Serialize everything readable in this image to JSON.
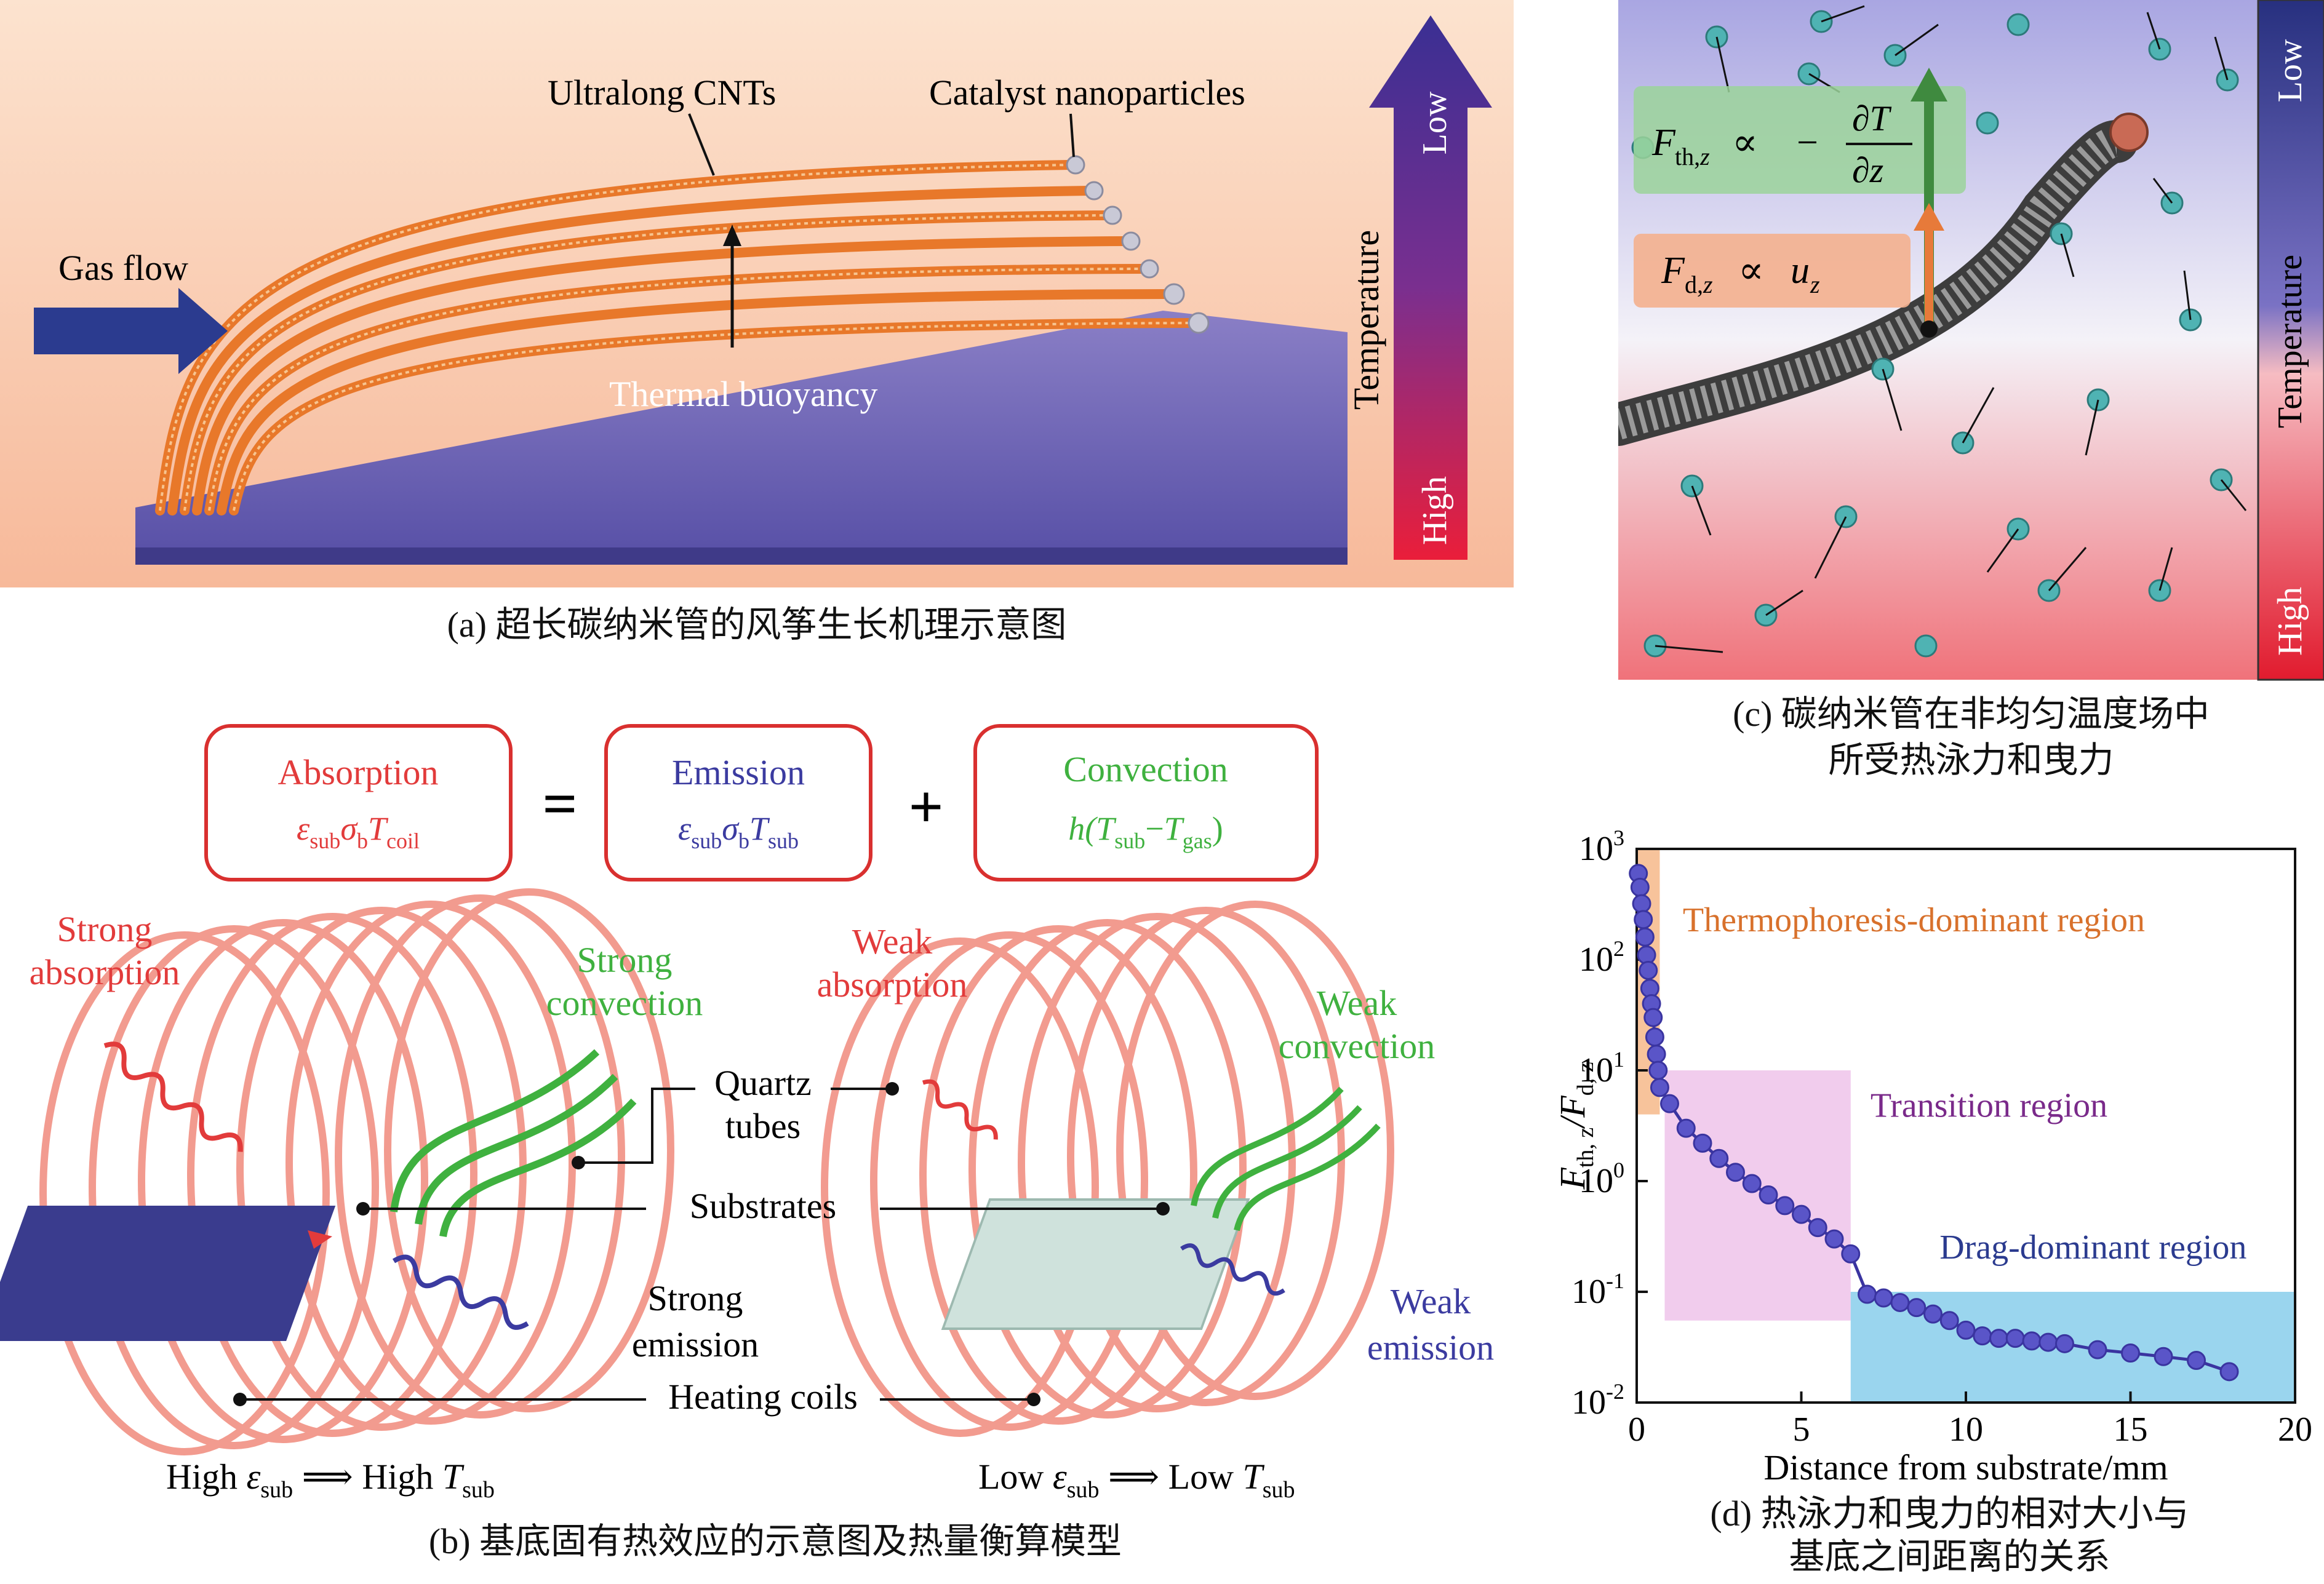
{
  "panel_a": {
    "caption": "(a) 超长碳纳米管的风筝生长机理示意图",
    "gas_flow": "Gas flow",
    "cnts": "Ultralong CNTs",
    "catalyst": "Catalyst nanoparticles",
    "buoyancy": "Thermal buoyancy",
    "temp_label": "Temperature",
    "low": "Low",
    "high": "High"
  },
  "panel_b": {
    "caption": "(b) 基底固有热效应的示意图及热量衡算模型",
    "absorption_title": "Absorption",
    "emission_title": "Emission",
    "convection_title": "Convection",
    "equals": "=",
    "plus": "+",
    "strong_absorption_1": "Strong",
    "strong_absorption_2": "absorption",
    "strong_convection_1": "Strong",
    "strong_convection_2": "convection",
    "weak_absorption_1": "Weak",
    "weak_absorption_2": "absorption",
    "weak_convection_1": "Weak",
    "weak_convection_2": "convection",
    "quartz_1": "Quartz",
    "quartz_2": "tubes",
    "substrates": "Substrates",
    "strong_emission_1": "Strong",
    "strong_emission_2": "emission",
    "weak_emission_1": "Weak",
    "weak_emission_2": "emission",
    "heating_coils": "Heating coils",
    "high_label": "High",
    "low_label": "Low",
    "arrow_symbol": "⟹"
  },
  "panel_c": {
    "caption_line1": "(c) 碳纳米管在非均匀温度场中",
    "caption_line2": "所受热泳力和曳力",
    "temp_label": "Temperature",
    "low": "Low",
    "high": "High",
    "propto": "∝",
    "minus": "−"
  },
  "panel_d": {
    "caption_line1": "(d) 热泳力和曳力的相对大小与",
    "caption_line2": "基底之间距离的关系",
    "xlabel": "Distance from substrate/mm",
    "region_thermo": "Thermophoresis-dominant region",
    "region_transition": "Transition region",
    "region_drag": "Drag-dominant region"
  },
  "colors": {
    "absorption": "#e23b3b",
    "emission": "#3b3ba0",
    "convection": "#3fb13f",
    "curve": "#3a34a0",
    "thermo_region": "#f6b98a",
    "transition_region": "#efc3ea",
    "drag_region": "#8fd0ec",
    "box_border": "#d9302f"
  },
  "chart_data": {
    "type": "scatter",
    "x": [
      0.05,
      0.1,
      0.15,
      0.2,
      0.25,
      0.3,
      0.35,
      0.4,
      0.45,
      0.5,
      0.55,
      0.6,
      0.65,
      0.7,
      1.0,
      1.5,
      2.0,
      2.5,
      3.0,
      3.5,
      4.0,
      4.5,
      5.0,
      5.5,
      6.0,
      6.5,
      7.0,
      7.5,
      8.0,
      8.5,
      9.0,
      9.5,
      10.0,
      10.5,
      11.0,
      11.5,
      12.0,
      12.5,
      13.0,
      14.0,
      15.0,
      16.0,
      17.0,
      18.0
    ],
    "y": [
      600,
      450,
      320,
      230,
      160,
      110,
      80,
      55,
      40,
      30,
      20,
      14,
      10,
      7,
      5,
      3,
      2.2,
      1.6,
      1.2,
      0.95,
      0.75,
      0.6,
      0.5,
      0.38,
      0.3,
      0.22,
      0.095,
      0.088,
      0.08,
      0.072,
      0.063,
      0.055,
      0.045,
      0.04,
      0.038,
      0.038,
      0.036,
      0.035,
      0.034,
      0.03,
      0.028,
      0.026,
      0.024,
      0.019
    ],
    "xlim": [
      0,
      20
    ],
    "ylim": [
      0.01,
      1000
    ],
    "xscale": "linear",
    "yscale": "log",
    "xticks": [
      "0",
      "5",
      "10",
      "15",
      "20"
    ],
    "ylabel_parts": {
      "main": "F",
      "sub1": "th, z",
      "sep": "/F",
      "sub2": "d, z"
    }
  }
}
